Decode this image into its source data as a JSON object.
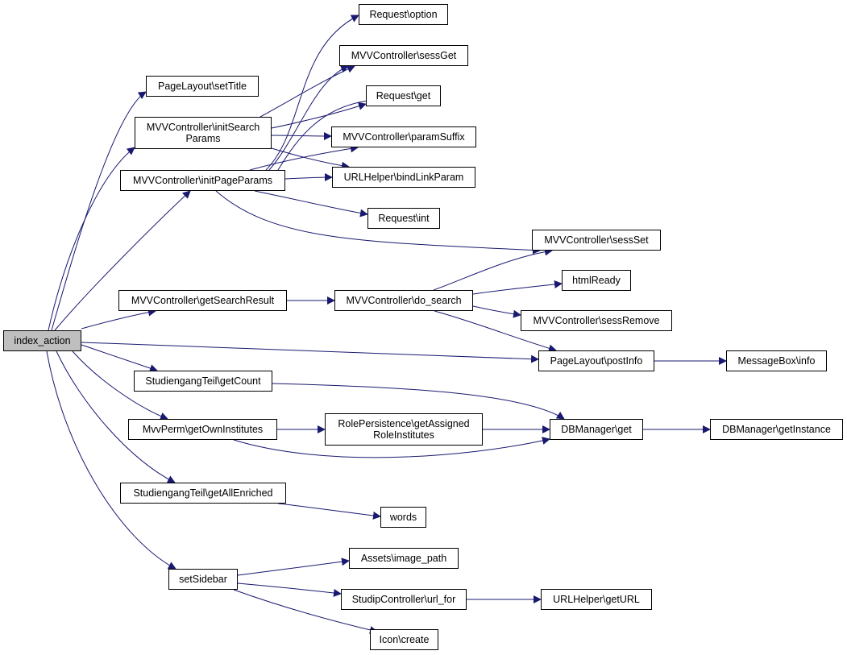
{
  "diagram": {
    "colors": {
      "edge": "#191970",
      "node_border": "#000000",
      "node_fill": "#ffffff",
      "root_fill": "#bfbfbf"
    },
    "nodes": [
      {
        "id": "index_action",
        "label": "index_action"
      },
      {
        "id": "setTitle",
        "label": "PageLayout\\setTitle"
      },
      {
        "id": "initSearchParams",
        "label": "MVVController\\initSearch\nParams"
      },
      {
        "id": "initPageParams",
        "label": "MVVController\\initPageParams"
      },
      {
        "id": "getSearchResult",
        "label": "MVVController\\getSearchResult"
      },
      {
        "id": "getCount",
        "label": "StudiengangTeil\\getCount"
      },
      {
        "id": "getOwnInstitutes",
        "label": "MvvPerm\\getOwnInstitutes"
      },
      {
        "id": "getAllEnriched",
        "label": "StudiengangTeil\\getAllEnriched"
      },
      {
        "id": "setSidebar",
        "label": "setSidebar"
      },
      {
        "id": "reqOption",
        "label": "Request\\option"
      },
      {
        "id": "sessGet",
        "label": "MVVController\\sessGet"
      },
      {
        "id": "reqGet",
        "label": "Request\\get"
      },
      {
        "id": "paramSuffix",
        "label": "MVVController\\paramSuffix"
      },
      {
        "id": "bindLinkParam",
        "label": "URLHelper\\bindLinkParam"
      },
      {
        "id": "reqInt",
        "label": "Request\\int"
      },
      {
        "id": "doSearch",
        "label": "MVVController\\do_search"
      },
      {
        "id": "getAssigned",
        "label": "RolePersistence\\getAssigned\nRoleInstitutes"
      },
      {
        "id": "words",
        "label": "words"
      },
      {
        "id": "imagePath",
        "label": "Assets\\image_path"
      },
      {
        "id": "urlFor",
        "label": "StudipController\\url_for"
      },
      {
        "id": "iconCreate",
        "label": "Icon\\create"
      },
      {
        "id": "sessSet",
        "label": "MVVController\\sessSet"
      },
      {
        "id": "htmlReady",
        "label": "htmlReady"
      },
      {
        "id": "sessRemove",
        "label": "MVVController\\sessRemove"
      },
      {
        "id": "postInfo",
        "label": "PageLayout\\postInfo"
      },
      {
        "id": "dbGet",
        "label": "DBManager\\get"
      },
      {
        "id": "getURL",
        "label": "URLHelper\\getURL"
      },
      {
        "id": "msgInfo",
        "label": "MessageBox\\info"
      },
      {
        "id": "getInstance",
        "label": "DBManager\\getInstance"
      }
    ]
  }
}
